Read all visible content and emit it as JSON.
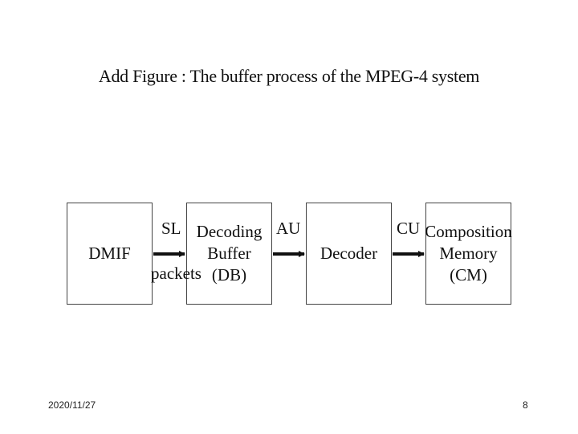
{
  "slide": {
    "title": "Add Figure : The buffer process of the MPEG-4 system",
    "date": "2020/11/27",
    "page_number": "8"
  },
  "diagram": {
    "boxes": [
      {
        "lines": [
          "DMIF"
        ]
      },
      {
        "lines": [
          "Decoding",
          "Buffer",
          "(DB)"
        ]
      },
      {
        "lines": [
          "Decoder"
        ]
      },
      {
        "lines": [
          "Composition",
          "Memory",
          "(CM)"
        ]
      }
    ],
    "edges": [
      {
        "label_top": "SL",
        "label_bottom": "packets"
      },
      {
        "label_top": "AU"
      },
      {
        "label_top": "CU"
      }
    ]
  }
}
